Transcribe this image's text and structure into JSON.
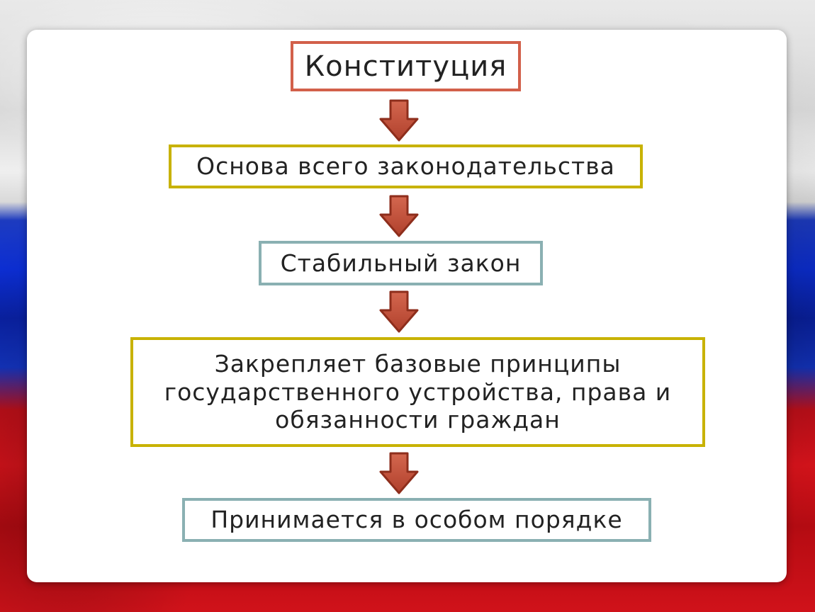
{
  "diagram": {
    "nodes": [
      {
        "id": "n1",
        "label": "Конституция"
      },
      {
        "id": "n2",
        "label": "Основа всего законодательства"
      },
      {
        "id": "n3",
        "label": "Стабильный закон"
      },
      {
        "id": "n4",
        "label": "Закрепляет базовые принципы государственного устройства, права и обязанности граждан"
      },
      {
        "id": "n5",
        "label": "Принимается в особом порядке"
      }
    ],
    "edges": [
      {
        "from": "n1",
        "to": "n2"
      },
      {
        "from": "n2",
        "to": "n3"
      },
      {
        "from": "n3",
        "to": "n4"
      },
      {
        "from": "n4",
        "to": "n5"
      }
    ],
    "colors": {
      "box_red_border": "#d2604a",
      "box_yellow_border": "#c8b200",
      "box_teal_border": "#8ab0b2",
      "arrow_fill": "#c0503a",
      "arrow_stroke": "#8e2e1c"
    },
    "icons": [
      "down-arrow-icon"
    ]
  }
}
